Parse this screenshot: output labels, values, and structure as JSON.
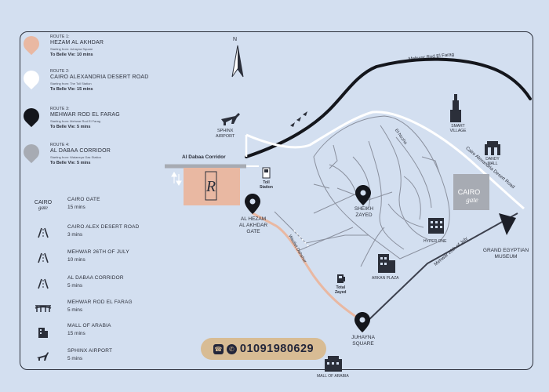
{
  "routes": [
    {
      "number": "ROUTE 1:",
      "name": "HEZAM AL AKHDAR",
      "from": "Starting from: Juhayna Square",
      "to": "To Belle Vie: 10 mins",
      "color": "#e9b8a2"
    },
    {
      "number": "ROUTE 2:",
      "name": "CAIRO ALEXANDRIA DESERT ROAD",
      "from": "Starting from: The Toll Station",
      "to": "To Belle Vie: 15 mins",
      "color": "#ffffff"
    },
    {
      "number": "ROUTE 3:",
      "name": "MEHWAR ROD EL FARAG",
      "from": "Starting from: Mehwar Rod El Farag",
      "to": "To Belle Vie: 5 mins",
      "color": "#14161c"
    },
    {
      "number": "ROUTE 4:",
      "name": "AL DABAA CORRIDOR",
      "from": "Starting from: Wataneya Gas Station",
      "to": "To Belle Vie: 5 mins",
      "color": "#a7abb3"
    }
  ],
  "destinations": [
    {
      "icon": "cairo-gate-logo",
      "logo": "CAIRO",
      "logo_sub": "gate",
      "name": "CAIRO GATE",
      "time": "15 mins"
    },
    {
      "icon": "road-icon",
      "name": "CAIRO ALEX DESERT ROAD",
      "time": "3 mins"
    },
    {
      "icon": "road-icon",
      "name": "MEHWAR 26TH OF JULY",
      "time": "10 mins"
    },
    {
      "icon": "road-icon",
      "name": "AL DABAA CORRIDOR",
      "time": "5 mins"
    },
    {
      "icon": "bridge-icon",
      "name": "MEHWAR ROD EL FARAG",
      "time": "5 mins"
    },
    {
      "icon": "building-icon",
      "name": "MALL OF ARABIA",
      "time": "15 mins"
    },
    {
      "icon": "airplane-icon",
      "name": "SPHINX AIRPORT",
      "time": "5 mins"
    }
  ],
  "map": {
    "compass": "N",
    "sphinx_airport": [
      "SPHINX",
      "AIRPORT"
    ],
    "al_dabaa_corridor": "Al Dabaa Corridor",
    "mehwar_rod_el_farag": "Mehwar Rod El Farag",
    "toll_station": [
      "Toll",
      "Station"
    ],
    "hezam_gate": [
      "AL HEZAM",
      "AL AKHDAR",
      "GATE"
    ],
    "wasllet_dahshur": "Wasllet Dahshur",
    "sheikh_zayed": [
      "SHEIKH",
      "ZAYED"
    ],
    "el_nozha": "El-Nozha",
    "smart_village": [
      "SMART",
      "VILLAGE"
    ],
    "dandy_mall": [
      "DANDY",
      "MALL"
    ],
    "cairo_alex_road": "Cairo Alexandria Desert Road",
    "cairo_gate_logo": "CAIRO",
    "cairo_gate_sub": "gate",
    "hyper_one": "HYPER ONE",
    "arkan_plaza": "ARKAN PLAZA",
    "total_zayed": [
      "Total",
      "Zayed"
    ],
    "mehwar_26": "Mehwar 26th of July",
    "grand_museum": [
      "GRAND EGYPTIAN",
      "MUSEUM"
    ],
    "juhayna_square": [
      "JUHAYNA",
      "SQUARE"
    ],
    "mall_of_arabia": "MALL OF ARABIA"
  },
  "contact": {
    "phone": "01091980629"
  },
  "colors": {
    "background": "#d3dff0",
    "route_pink": "#e9b8a2",
    "ink": "#2b2f3a",
    "gold": "#d8bc94"
  }
}
